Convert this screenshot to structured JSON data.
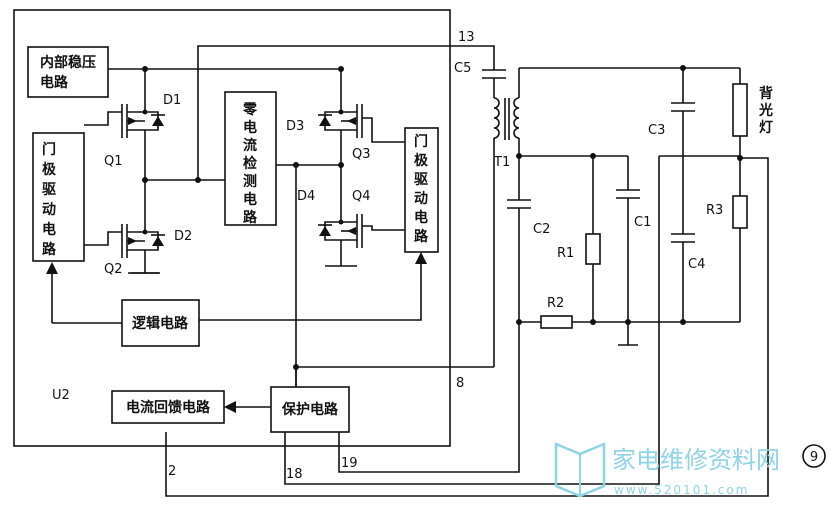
{
  "blocks": {
    "internal_regulator": [
      "内部稳压",
      "电路"
    ],
    "gate_driver_left": [
      "门",
      "极",
      "驱",
      "动",
      "电",
      "路"
    ],
    "zero_current": [
      "零",
      "电",
      "流",
      "检",
      "测",
      "电",
      "路"
    ],
    "gate_driver_right": [
      "门",
      "极",
      "驱",
      "动",
      "电",
      "路"
    ],
    "logic": "逻辑电路",
    "current_feedback": "电流回馈电路",
    "protection": "保护电路",
    "backlight": [
      "背",
      "光",
      "灯"
    ]
  },
  "labels": {
    "D1": "D1",
    "D2": "D2",
    "D3": "D3",
    "D4": "D4",
    "Q1": "Q1",
    "Q2": "Q2",
    "Q3": "Q3",
    "Q4": "Q4",
    "U2": "U2",
    "C5": "C5",
    "T1": "T1",
    "C1": "C1",
    "C2": "C2",
    "C3": "C3",
    "C4": "C4",
    "R1": "R1",
    "R2": "R2",
    "R3": "R3",
    "pin13": "13",
    "pin8": "8",
    "pin2": "2",
    "pin18": "18",
    "pin19": "19"
  },
  "watermark": {
    "text": "家电维修资料网",
    "url": "www.520101.com",
    "figure_number": "9",
    "color": "#8fd3e6"
  }
}
